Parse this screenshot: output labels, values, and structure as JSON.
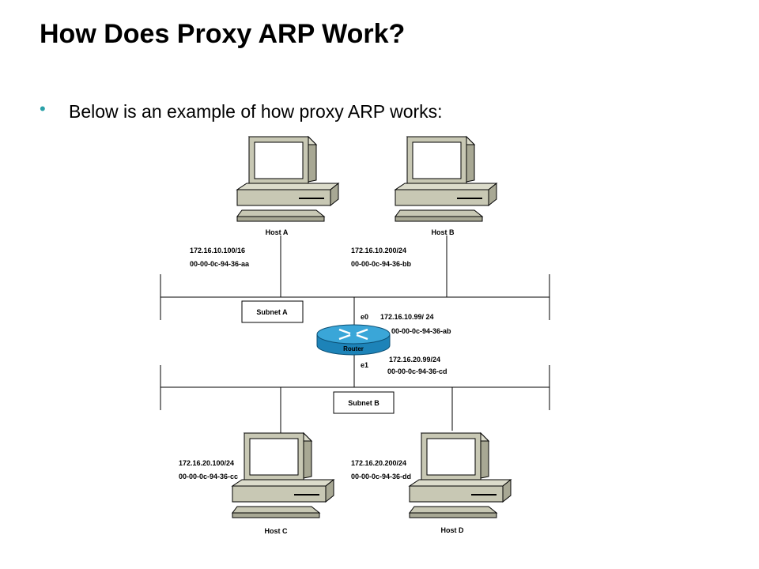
{
  "slide": {
    "title": "How Does Proxy ARP Work?",
    "bullet": "Below is an example of how proxy ARP works:"
  },
  "diagram": {
    "hosts": [
      {
        "name": "Host A",
        "ip": "172.16.10.100/16",
        "mac": "00-00-0c-94-36-aa"
      },
      {
        "name": "Host B",
        "ip": "172.16.10.200/24",
        "mac": "00-00-0c-94-36-bb"
      },
      {
        "name": "Host C",
        "ip": "172.16.20.100/24",
        "mac": "00-00-0c-94-36-cc"
      },
      {
        "name": "Host D",
        "ip": "172.16.20.200/24",
        "mac": "00-00-0c-94-36-dd"
      }
    ],
    "subnets": [
      {
        "label": "Subnet A"
      },
      {
        "label": "Subnet B"
      }
    ],
    "router": {
      "label": "Router",
      "e0": {
        "name": "e0",
        "ip": "172.16.10.99/ 24",
        "mac": "00-00-0c-94-36-ab"
      },
      "e1": {
        "name": "e1",
        "ip": "172.16.20.99/24",
        "mac": "00-00-0c-94-36-cd"
      }
    },
    "colors": {
      "computer_body": "#c8c8b4",
      "computer_shade": "#a8a894",
      "router_top": "#3aa6d8",
      "router_side": "#1d83b8"
    }
  }
}
